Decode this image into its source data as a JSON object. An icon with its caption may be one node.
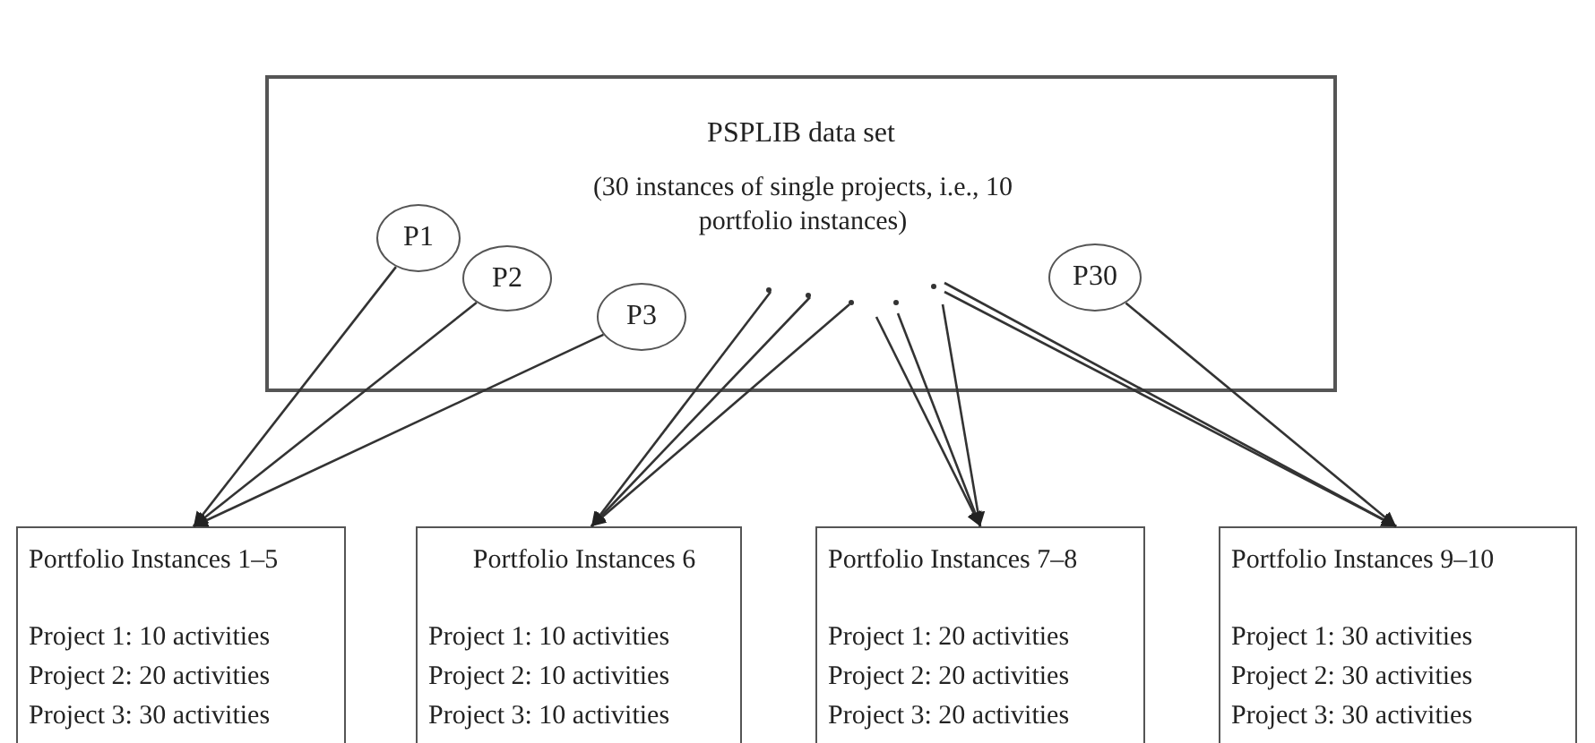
{
  "diagram": {
    "nodes": [
      {
        "text": [
          "PSPLIB data set",
          "(30 instances of single projects, i.e., 10 portfolio instances)"
        ]
      },
      {
        "text": [
          "P1"
        ],
        "in": 0
      },
      {
        "text": [
          "P2"
        ],
        "in": 0
      },
      {
        "text": [
          "P3"
        ],
        "in": 0
      },
      {
        "text": [
          "P30"
        ],
        "in": 0
      },
      {
        "text": [
          "Portfolio Instances 1–5",
          "Project 1: 10 activities",
          "Project 2: 20 activities",
          "Project 3: 30 activities"
        ]
      },
      {
        "text": [
          "Portfolio Instances 6",
          "Project 1: 10 activities",
          "Project 2: 10 activities",
          "Project 3: 10 activities"
        ]
      },
      {
        "text": [
          "Portfolio Instances 7–8",
          "Project 1: 20 activities",
          "Project 2: 20 activities",
          "Project 3: 20 activities"
        ]
      },
      {
        "text": [
          "Portfolio Instances 9–10",
          "Project 1: 30 activities",
          "Project 2: 30 activities",
          "Project 3: 30 activities"
        ]
      }
    ],
    "edges": [
      {
        "from": 1,
        "to": 5,
        "arrow": "to"
      },
      {
        "from": 2,
        "to": 5,
        "arrow": "to"
      },
      {
        "from": 3,
        "to": 5,
        "arrow": "to"
      },
      {
        "from": null,
        "to": 6,
        "arrow": "to"
      },
      {
        "from": null,
        "to": 6,
        "arrow": "to"
      },
      {
        "from": null,
        "to": 6,
        "arrow": "to"
      },
      {
        "from": null,
        "to": 7,
        "arrow": "to"
      },
      {
        "from": null,
        "to": 7,
        "arrow": "to"
      },
      {
        "from": null,
        "to": 7,
        "arrow": "to"
      },
      {
        "from": null,
        "to": 8,
        "arrow": "to"
      },
      {
        "from": null,
        "to": 8,
        "arrow": "to"
      },
      {
        "from": 4,
        "to": 8,
        "arrow": "to"
      }
    ]
  }
}
